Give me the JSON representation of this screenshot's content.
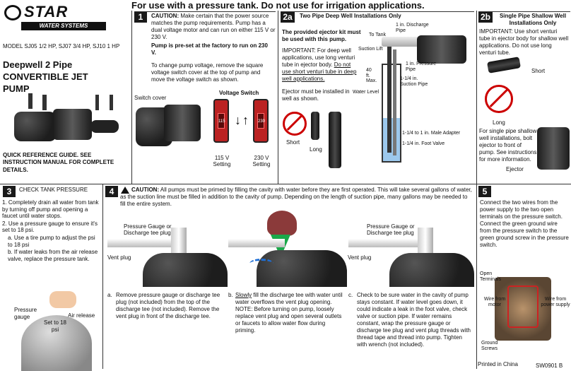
{
  "header": {
    "headline": "For use with a pressure tank. Do not use for irrigation applications.",
    "brand": "STAR",
    "brand_sub": "WATER SYSTEMS",
    "models": "MODEL SJ05 1/2 HP, SJ07 3/4 HP, SJ10 1 HP",
    "title": "Deepwell 2 Pipe CONVERTIBLE JET PUMP",
    "guide_note": "QUICK REFERENCE GUIDE. SEE INSTRUCTION MANUAL FOR COMPLETE DETAILS."
  },
  "step1": {
    "num": "1",
    "caution_label": "CAUTION:",
    "caution_text": "Make certain that the power source matches the pump requirements. Pump has a dual voltage motor and can run on either 115 V or 230 V.",
    "preset": "Pump is pre-set at the factory to run on 230 V.",
    "instructions": "To change pump voltage, remove the square voltage switch cover at the top of pump and move the voltage switch as shown.",
    "switch_cover_label": "Switch cover",
    "voltage_switch_label": "Voltage Switch",
    "setting_115": "115 V Setting",
    "setting_230": "230 V Setting",
    "switch_115_display": "115",
    "switch_230_display": "230"
  },
  "step2a": {
    "num": "2a",
    "title": "Two Pipe Deep Well Installations Only",
    "provided": "The provided ejector kit must be used with this pump.",
    "important_1": "IMPORTANT: For deep well applications, use long venturi tube in ejector body.",
    "important_u": "Do not use short venturi tube in deep well applications.",
    "ejector_note": "Ejector must be installed in well as shown.",
    "short_label": "Short",
    "long_label": "Long",
    "labels": {
      "to_tank": "To Tank",
      "discharge_pipe": "1 in. Discharge Pipe",
      "suction_lift": "Suction Lift",
      "max_40": "40 ft. Max.",
      "pressure_pipe": "1 in. Pressure Pipe",
      "suction_pipe": "1-1/4 in. Suction Pipe",
      "water_level": "Water Level",
      "male_adapter": "1-1/4 to 1 in. Male Adapter",
      "foot_valve": "1-1/4 in. Foot Valve"
    }
  },
  "step2b": {
    "num": "2b",
    "title": "Single Pipe Shallow Well Installations Only",
    "important": "IMPORTANT: Use short venturi tube in ejector body for shallow well applications. Do not use long venturi tube.",
    "short_label": "Short",
    "long_label": "Long",
    "shallow_note": "For single pipe shallow well installations, bolt ejector to front of pump. See instructions for more information.",
    "ejector_label": "Ejector"
  },
  "step3": {
    "num": "3",
    "title": "CHECK TANK PRESSURE",
    "items": [
      "1. Completely drain all water from tank by turning off pump and opening a faucet until water stops.",
      "2. Use a pressure gauge to ensure it's set to 18 psi.",
      "a. Use a tire pump to adjust the psi to 18 psi",
      "b. If water leaks from the air release valve, replace the pressure tank."
    ],
    "gauge_label": "Pressure gauge",
    "air_release": "Air release",
    "set_to": "Set to 18 psi"
  },
  "step4": {
    "num": "4",
    "caution_label": "CAUTION:",
    "caution_text": "All pumps must be primed by filling the cavity with water before they are first operated. This will take several gallons of water, as the suction line must be filled in addition to the cavity of pump. Depending on the length of suction pipe, many gallons may be needed to fill the entire system.",
    "gauge_plug_label": "Pressure Gauge or Discharge tee plug",
    "vent_plug": "Vent plug",
    "sub_a_letter": "a.",
    "sub_a": "Remove pressure gauge or discharge tee plug (not included) from the top of the discharge tee (not included). Remove the vent plug in front of the discharge tee.",
    "sub_b_letter": "b.",
    "sub_b_u": "Slowly",
    "sub_b": "fill the discharge tee with water until water overflows the vent plug opening. NOTE: Before turning on pump, loosely replace vent plug and open several outlets or faucets to allow water flow during priming.",
    "sub_c_letter": "c.",
    "sub_c": "Check to be sure water in the cavity of pump stays constant. If water level goes down, it could indicate a leak in the foot valve, check valve or suction pipe. If water remains constant, wrap the pressure gauge or discharge tee plug and vent plug threads with thread tape and thread into pump. Tighten with wrench (not included)."
  },
  "step5": {
    "num": "5",
    "text": "Connect the two wires from the power supply to the two open terminals on the pressure switch. Connect the green ground wire from the pressure switch to the green ground screw in the pressure switch.",
    "open_terminals": "Open Terminals",
    "wire_from_motor": "Wire from motor",
    "wire_from_power": "Wire from power supply",
    "ground_screws": "Ground Screws"
  },
  "footer": {
    "printed": "Printed in China",
    "code": "SW0901 B"
  }
}
